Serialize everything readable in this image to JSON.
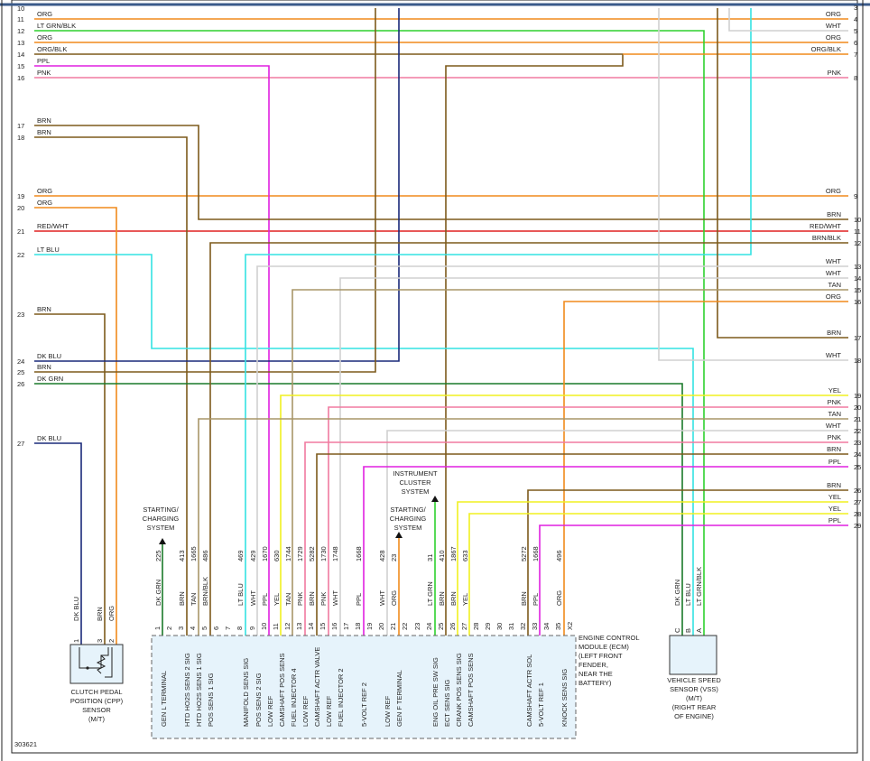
{
  "diagram_id": "303621",
  "left_labels": [
    {
      "num": "10",
      "label": ""
    },
    {
      "num": "11",
      "label": "ORG"
    },
    {
      "num": "12",
      "label": "LT GRN/BLK"
    },
    {
      "num": "13",
      "label": "ORG"
    },
    {
      "num": "14",
      "label": "ORG/BLK"
    },
    {
      "num": "15",
      "label": "PPL"
    },
    {
      "num": "16",
      "label": "PNK"
    },
    {
      "num": "17",
      "label": "BRN"
    },
    {
      "num": "18",
      "label": "BRN"
    },
    {
      "num": "19",
      "label": "ORG"
    },
    {
      "num": "20",
      "label": "ORG"
    },
    {
      "num": "21",
      "label": "RED/WHT"
    },
    {
      "num": "22",
      "label": "LT BLU"
    },
    {
      "num": "23",
      "label": "BRN"
    },
    {
      "num": "24",
      "label": "DK BLU"
    },
    {
      "num": "25",
      "label": "BRN"
    },
    {
      "num": "26",
      "label": "DK GRN"
    },
    {
      "num": "27",
      "label": "DK BLU"
    }
  ],
  "right_labels": [
    {
      "num": "3",
      "label": ""
    },
    {
      "num": "4",
      "label": "ORG"
    },
    {
      "num": "5",
      "label": "WHT"
    },
    {
      "num": "6",
      "label": "ORG"
    },
    {
      "num": "7",
      "label": "ORG/BLK"
    },
    {
      "num": "8",
      "label": "PNK"
    },
    {
      "num": "9",
      "label": "ORG"
    },
    {
      "num": "10",
      "label": "BRN"
    },
    {
      "num": "11",
      "label": "RED/WHT"
    },
    {
      "num": "12",
      "label": "BRN/BLK"
    },
    {
      "num": "13",
      "label": "WHT"
    },
    {
      "num": "14",
      "label": "WHT"
    },
    {
      "num": "15",
      "label": "TAN"
    },
    {
      "num": "16",
      "label": "ORG"
    },
    {
      "num": "17",
      "label": "BRN"
    },
    {
      "num": "18",
      "label": "WHT"
    },
    {
      "num": "19",
      "label": "YEL"
    },
    {
      "num": "20",
      "label": "PNK"
    },
    {
      "num": "21",
      "label": "TAN"
    },
    {
      "num": "22",
      "label": "WHT"
    },
    {
      "num": "23",
      "label": "PNK"
    },
    {
      "num": "24",
      "label": "BRN"
    },
    {
      "num": "25",
      "label": "PPL"
    },
    {
      "num": "26",
      "label": "BRN"
    },
    {
      "num": "27",
      "label": "YEL"
    },
    {
      "num": "28",
      "label": "YEL"
    },
    {
      "num": "29",
      "label": "PPL"
    }
  ],
  "ecm_pins": [
    {
      "pin": "1",
      "color": "DK GRN",
      "circuit": "225",
      "func": "GEN L TERMINAL"
    },
    {
      "pin": "2",
      "color": "",
      "circuit": "",
      "func": ""
    },
    {
      "pin": "3",
      "color": "BRN",
      "circuit": "413",
      "func": "HTD HO2S SENS 2 SIG"
    },
    {
      "pin": "4",
      "color": "TAN",
      "circuit": "1665",
      "func": "HTD HO2S SENS 1 SIG"
    },
    {
      "pin": "5",
      "color": "BRN/BLK",
      "circuit": "486",
      "func": "POS SENS 1 SIG"
    },
    {
      "pin": "6",
      "color": "",
      "circuit": "",
      "func": ""
    },
    {
      "pin": "7",
      "color": "",
      "circuit": "",
      "func": ""
    },
    {
      "pin": "8",
      "color": "LT BLU",
      "circuit": "469",
      "func": "MANIFOLD SENS SIG"
    },
    {
      "pin": "9",
      "color": "WHT",
      "circuit": "429",
      "func": "POS SENS 2 SIG"
    },
    {
      "pin": "10",
      "color": "PPL",
      "circuit": "1670",
      "func": "LOW REF"
    },
    {
      "pin": "11",
      "color": "YEL",
      "circuit": "630",
      "func": "CAMSHAFT POS SENS"
    },
    {
      "pin": "12",
      "color": "TAN",
      "circuit": "1744",
      "func": "FUEL INJECTOR 4"
    },
    {
      "pin": "13",
      "color": "PNK",
      "circuit": "1729",
      "func": "LOW REF"
    },
    {
      "pin": "14",
      "color": "BRN",
      "circuit": "5282",
      "func": "CAMSHAFT ACTR VALVE"
    },
    {
      "pin": "15",
      "color": "PNK",
      "circuit": "1730",
      "func": "LOW REF"
    },
    {
      "pin": "16",
      "color": "WHT",
      "circuit": "1748",
      "func": "FUEL INJECTOR 2"
    },
    {
      "pin": "17",
      "color": "",
      "circuit": "",
      "func": ""
    },
    {
      "pin": "18",
      "color": "PPL",
      "circuit": "1668",
      "func": "5-VOLT REF 2"
    },
    {
      "pin": "19",
      "color": "",
      "circuit": "",
      "func": ""
    },
    {
      "pin": "20",
      "color": "WHT",
      "circuit": "428",
      "func": "LOW REF"
    },
    {
      "pin": "21",
      "color": "ORG",
      "circuit": "23",
      "func": "GEN F TERMINAL"
    },
    {
      "pin": "22",
      "color": "",
      "circuit": "",
      "func": ""
    },
    {
      "pin": "23",
      "color": "",
      "circuit": "",
      "func": ""
    },
    {
      "pin": "24",
      "color": "LT GRN",
      "circuit": "31",
      "func": "ENG OIL PRE SW SIG"
    },
    {
      "pin": "25",
      "color": "BRN",
      "circuit": "410",
      "func": "ECT SENS SIG"
    },
    {
      "pin": "26",
      "color": "BRN",
      "circuit": "1867",
      "func": "CRANK POS SENS SIG"
    },
    {
      "pin": "27",
      "color": "YEL",
      "circuit": "633",
      "func": "CAMSHAFT POS SENS"
    },
    {
      "pin": "28",
      "color": "",
      "circuit": "",
      "func": ""
    },
    {
      "pin": "29",
      "color": "",
      "circuit": "",
      "func": ""
    },
    {
      "pin": "30",
      "color": "",
      "circuit": "",
      "func": ""
    },
    {
      "pin": "31",
      "color": "",
      "circuit": "",
      "func": ""
    },
    {
      "pin": "32",
      "color": "BRN",
      "circuit": "5272",
      "func": "CAMSHAFT ACTR SOL"
    },
    {
      "pin": "33",
      "color": "PPL",
      "circuit": "1668",
      "func": "5-VOLT REF 1"
    },
    {
      "pin": "34",
      "color": "",
      "circuit": "",
      "func": ""
    },
    {
      "pin": "35",
      "color": "ORG",
      "circuit": "496",
      "func": "KNOCK SENS SIG"
    },
    {
      "pin": "X2",
      "color": "",
      "circuit": "",
      "func": ""
    }
  ],
  "ecm_label": [
    "ENGINE CONTROL",
    "MODULE (ECM)",
    "(LEFT FRONT",
    "FENDER,",
    "NEAR THE",
    "BATTERY)"
  ],
  "starting_1": [
    "STARTING/",
    "CHARGING",
    "SYSTEM"
  ],
  "starting_2": [
    "STARTING/",
    "CHARGING",
    "SYSTEM"
  ],
  "instrument": [
    "INSTRUMENT",
    "CLUSTER",
    "SYSTEM"
  ],
  "cpp": {
    "pins": [
      {
        "pin": "1",
        "color": "DK BLU"
      },
      {
        "pin": "3",
        "color": "BRN"
      },
      {
        "pin": "2",
        "color": "ORG"
      }
    ],
    "label": [
      "CLUTCH PEDAL",
      "POSITION (CPP)",
      "SENSOR",
      "(M/T)"
    ]
  },
  "vss": {
    "pins": [
      {
        "pin": "C",
        "color": "DK GRN"
      },
      {
        "pin": "B",
        "color": "LT BLU"
      },
      {
        "pin": "A",
        "color": "LT GRN/BLK"
      }
    ],
    "label": [
      "VEHICLE SPEED",
      "SENSOR (VSS)",
      "(M/T)",
      "(RIGHT REAR",
      "OF ENGINE)"
    ]
  },
  "colors": {
    "ORG": "#f08a1c",
    "LTGRN": "#2ed12e",
    "PPL": "#e020e0",
    "PNK": "#f07aa0",
    "BRN": "#7d5a1c",
    "TAN": "#a89668",
    "RED": "#e02020",
    "LTBLU": "#33e3e3",
    "DKBLU": "#1a2a7a",
    "DKGRN": "#1a7a2a",
    "WHT": "#d0d0d0",
    "YEL": "#f0f020"
  }
}
